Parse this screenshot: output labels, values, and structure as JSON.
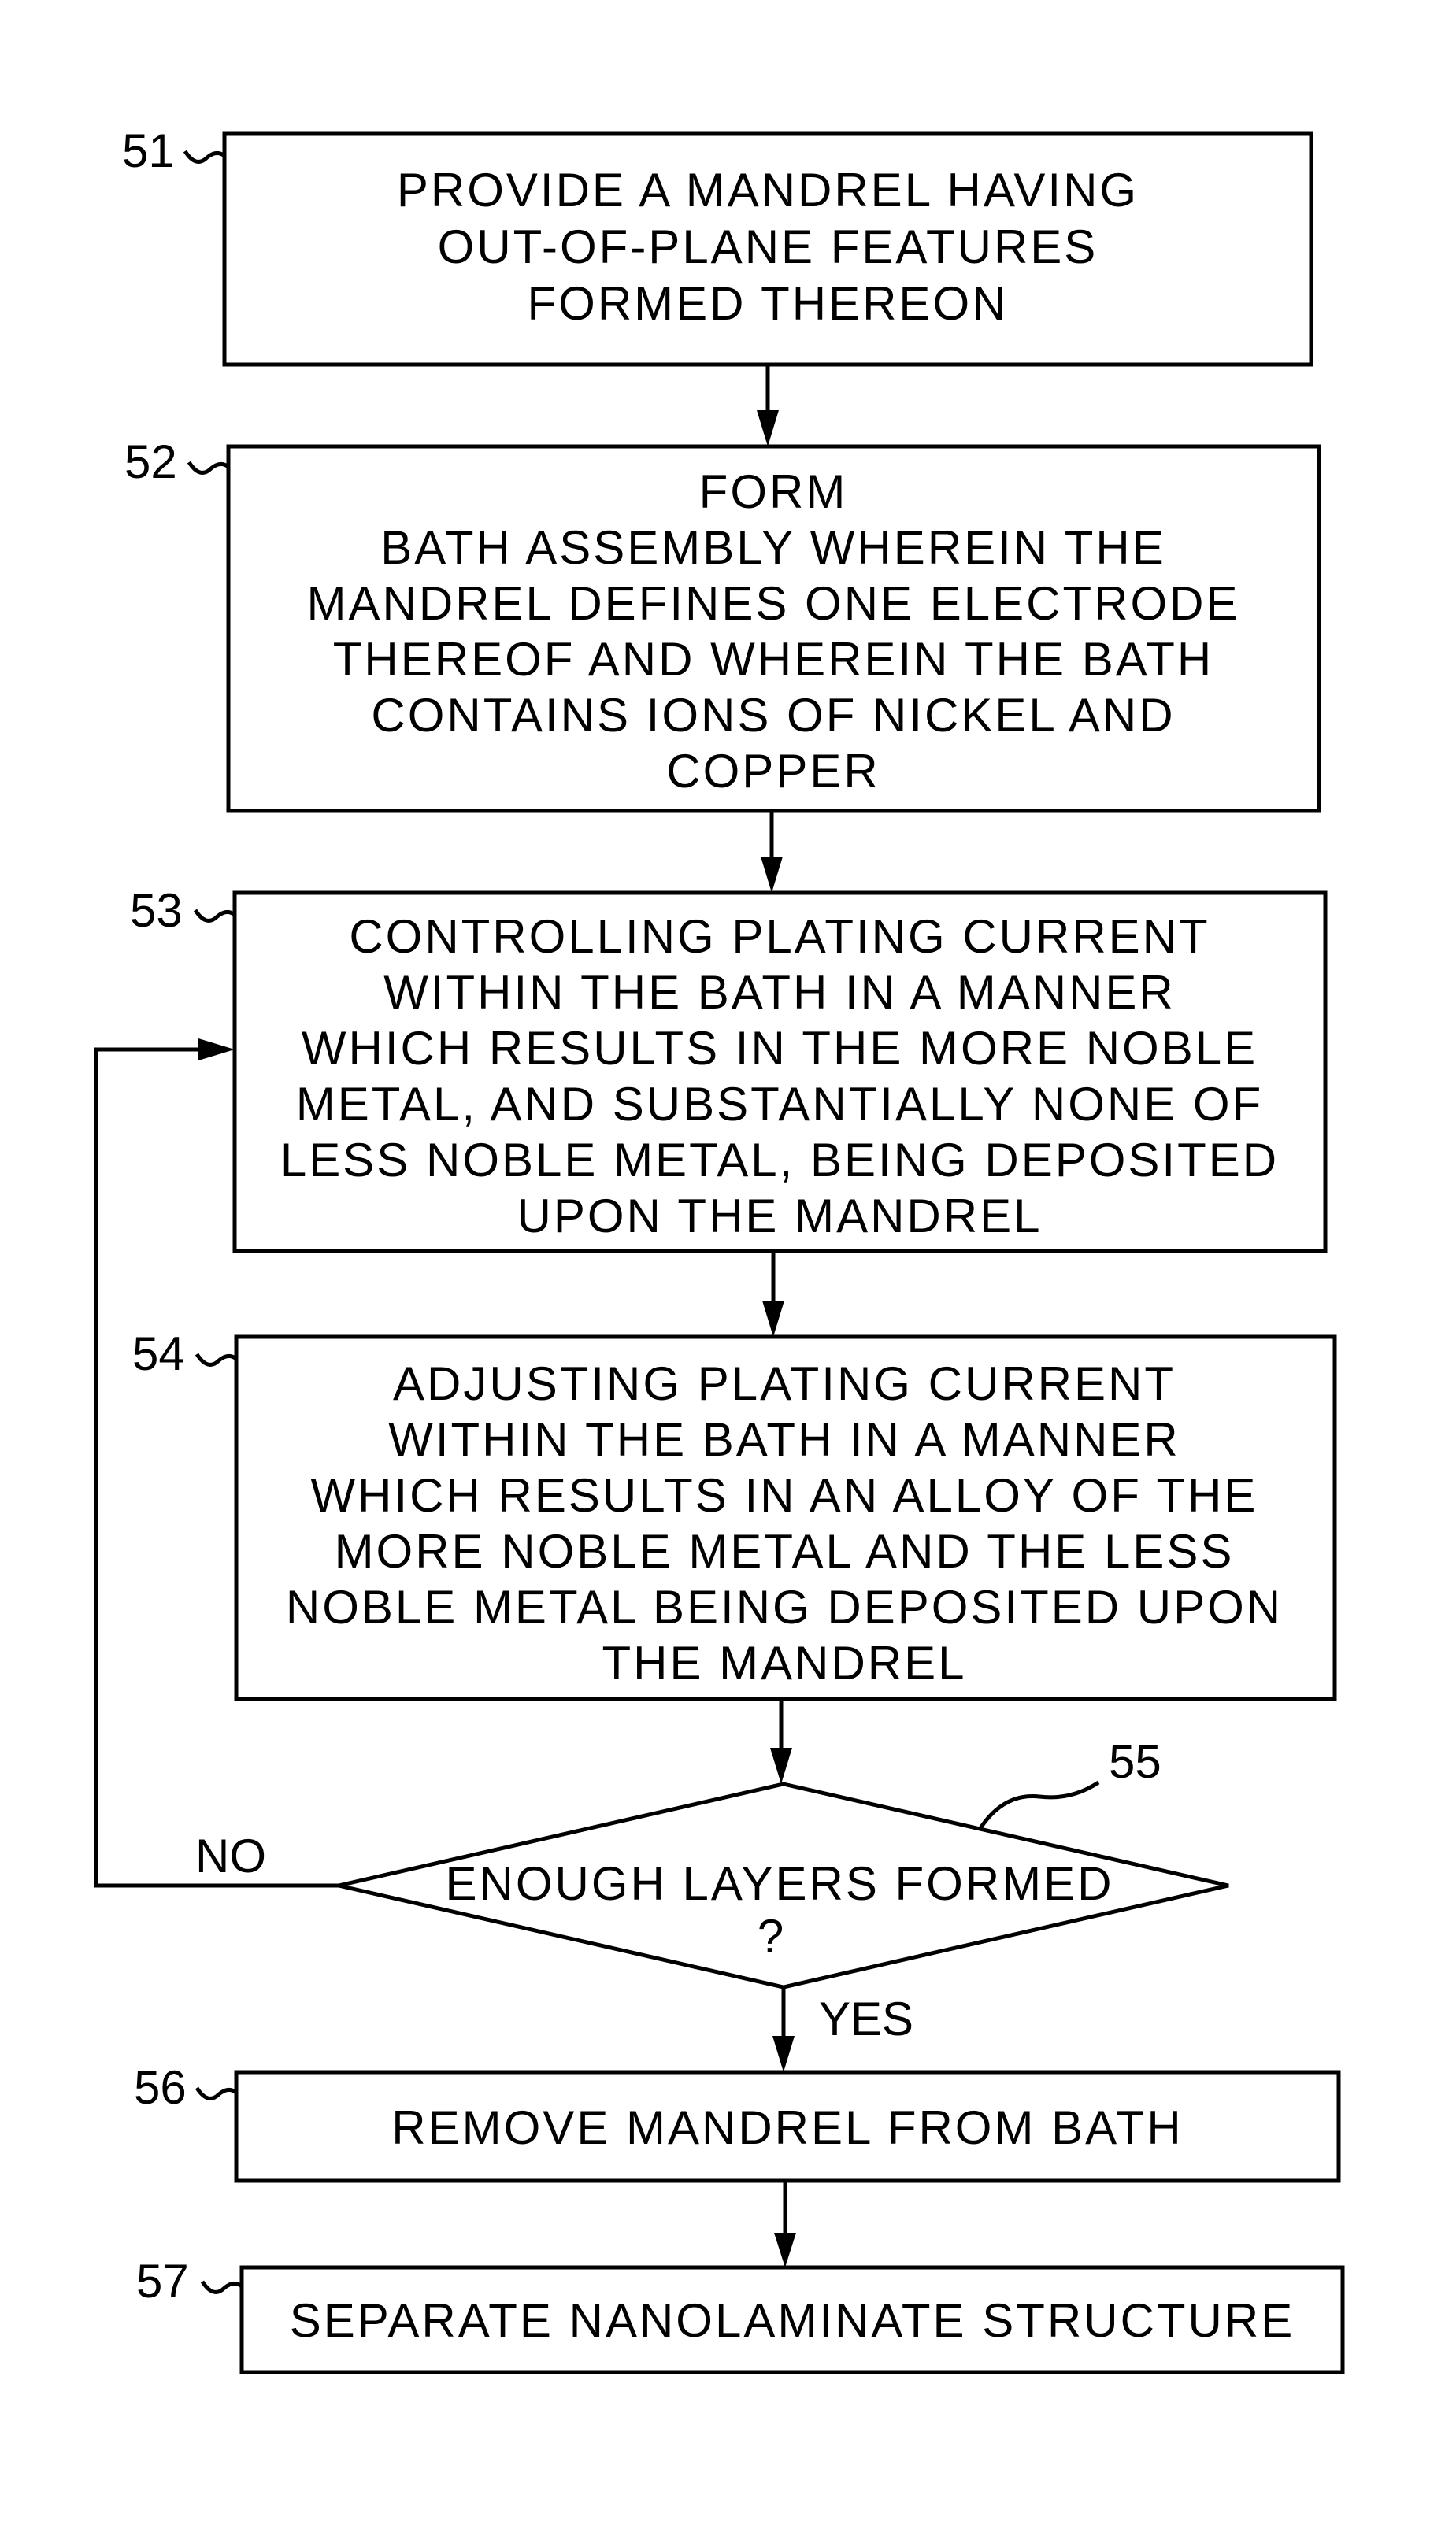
{
  "steps": [
    {
      "ref": "51",
      "lines": [
        "PROVIDE A MANDREL HAVING",
        "OUT-OF-PLANE FEATURES",
        "FORMED THEREON"
      ]
    },
    {
      "ref": "52",
      "lines": [
        "FORM",
        "BATH ASSEMBLY WHEREIN THE",
        "MANDREL DEFINES ONE ELECTRODE",
        "THEREOF AND WHEREIN THE BATH",
        "CONTAINS IONS OF NICKEL AND",
        "COPPER"
      ]
    },
    {
      "ref": "53",
      "lines": [
        "CONTROLLING PLATING CURRENT",
        "WITHIN THE BATH IN A MANNER",
        "WHICH RESULTS IN THE MORE NOBLE",
        "METAL, AND SUBSTANTIALLY NONE OF",
        "LESS NOBLE METAL, BEING DEPOSITED",
        "UPON THE MANDREL"
      ]
    },
    {
      "ref": "54",
      "lines": [
        "ADJUSTING PLATING CURRENT",
        "WITHIN THE BATH IN A MANNER",
        "WHICH RESULTS IN AN ALLOY OF THE",
        "MORE NOBLE METAL AND THE LESS",
        "NOBLE METAL BEING DEPOSITED UPON",
        "THE MANDREL"
      ]
    },
    {
      "ref": "56",
      "lines": [
        "REMOVE MANDREL FROM BATH"
      ]
    },
    {
      "ref": "57",
      "lines": [
        "SEPARATE NANOLAMINATE STRUCTURE"
      ]
    }
  ],
  "decision": {
    "ref": "55",
    "lines": [
      "ENOUGH LAYERS FORMED",
      "?"
    ],
    "no_label": "NO",
    "yes_label": "YES"
  }
}
